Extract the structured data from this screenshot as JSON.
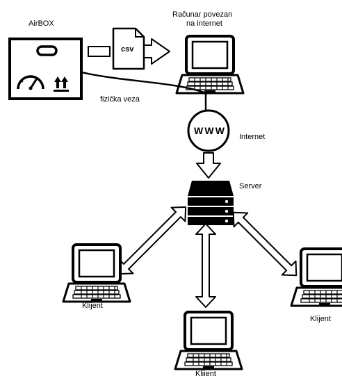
{
  "nodes": {
    "airbox": {
      "label": "AirBOX"
    },
    "computer": {
      "label_line1": "Računar povezan",
      "label_line2": "na internet"
    },
    "csv_file": {
      "label": "csv"
    },
    "internet": {
      "label": "Internet",
      "globe_text": "WWW"
    },
    "server": {
      "label": "Server"
    },
    "clients": [
      {
        "label": "Klijent"
      },
      {
        "label": "Klijent"
      },
      {
        "label": "Klijent"
      }
    ]
  },
  "edges": {
    "physical_link": {
      "label": "fizička veza"
    }
  }
}
